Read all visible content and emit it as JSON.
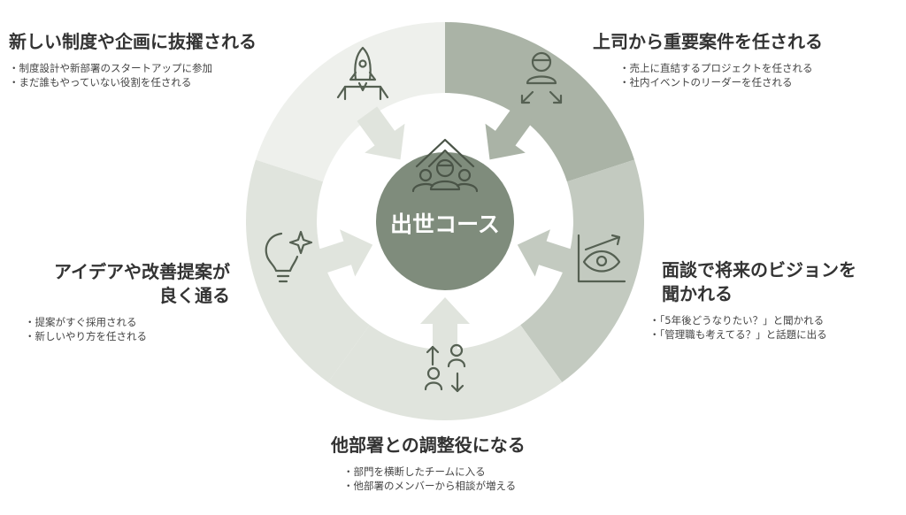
{
  "colors": {
    "ring_light": "#eef0ec",
    "ring_mid": "#e0e4dd",
    "ring_dark": "#aab3a6",
    "ring_darker": "#c3cac0",
    "center": "#7f8c7c",
    "icon_stroke": "#556052",
    "center_text": "#ffffff"
  },
  "center": {
    "label": "出世コース",
    "icon": "group-leader-up-arrow-icon"
  },
  "segments": [
    {
      "id": "top-left",
      "title": "新しい制度や企画に抜擢される",
      "bullets": [
        "制度設計や新部署のスタートアップに参加",
        "まだ誰もやっていない役割を任される"
      ],
      "icon": "rocket-launch-icon"
    },
    {
      "id": "top-right",
      "title": "上司から重要案件を任される",
      "bullets": [
        "売上に直結するプロジェクトを任される",
        "社内イベントのリーダーを任される"
      ],
      "icon": "person-arrows-icon"
    },
    {
      "id": "right",
      "title_lines": [
        "面談で将来のビジョンを",
        "聞かれる"
      ],
      "bullets": [
        "「5年後どうなりたい？」と聞かれる",
        "「管理職も考えてる？」と話題に出る"
      ],
      "icon": "eye-chart-icon"
    },
    {
      "id": "bottom",
      "title": "他部署との調整役になる",
      "bullets": [
        "部門を横断したチームに入る",
        "他部署のメンバーから相談が増える"
      ],
      "icon": "people-exchange-icon"
    },
    {
      "id": "left",
      "title_lines": [
        "アイデアや改善提案が",
        "良く通る"
      ],
      "bullets": [
        "提案がすぐ採用される",
        "新しいやり方を任される"
      ],
      "icon": "lightbulb-sparkle-icon"
    }
  ]
}
